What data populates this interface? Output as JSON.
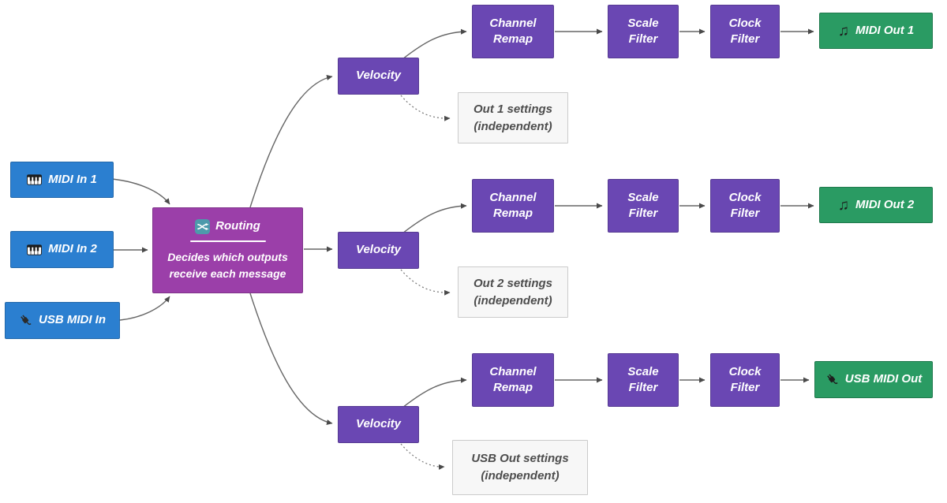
{
  "palette": {
    "input_blue": "#2b7fd0",
    "router_purple": "#9b3fa9",
    "stage_purple": "#6a47b3",
    "output_green": "#2a9b63",
    "settings_bg": "#f7f7f7",
    "settings_border": "#cbcbcb",
    "settings_text": "#4d4d4d",
    "arrow_line": "#666666",
    "arrow_head": "#4a4a4a"
  },
  "icons": {
    "note_glyph": "♫"
  },
  "inputs": [
    {
      "label": "MIDI In 1",
      "icon": "piano-icon"
    },
    {
      "label": "MIDI In 2",
      "icon": "piano-icon"
    },
    {
      "label": "USB MIDI In",
      "icon": "plug-icon"
    }
  ],
  "router": {
    "icon": "shuffle-icon",
    "title": "Routing",
    "desc_line1": "Decides which outputs",
    "desc_line2": "receive each message"
  },
  "chains": [
    {
      "velocity": "Velocity",
      "channel": "Channel Remap",
      "scale": "Scale Filter",
      "clock": "Clock Filter",
      "output": {
        "label": "MIDI Out 1",
        "icon": "note-icon"
      },
      "settings_line1": "Out 1 settings",
      "settings_line2": "(independent)"
    },
    {
      "velocity": "Velocity",
      "channel": "Channel Remap",
      "scale": "Scale Filter",
      "clock": "Clock Filter",
      "output": {
        "label": "MIDI Out 2",
        "icon": "note-icon"
      },
      "settings_line1": "Out 2 settings",
      "settings_line2": "(independent)"
    },
    {
      "velocity": "Velocity",
      "channel": "Channel Remap",
      "scale": "Scale Filter",
      "clock": "Clock Filter",
      "output": {
        "label": "USB MIDI Out",
        "icon": "plug-icon"
      },
      "settings_line1": "USB Out settings",
      "settings_line2": "(independent)"
    }
  ]
}
